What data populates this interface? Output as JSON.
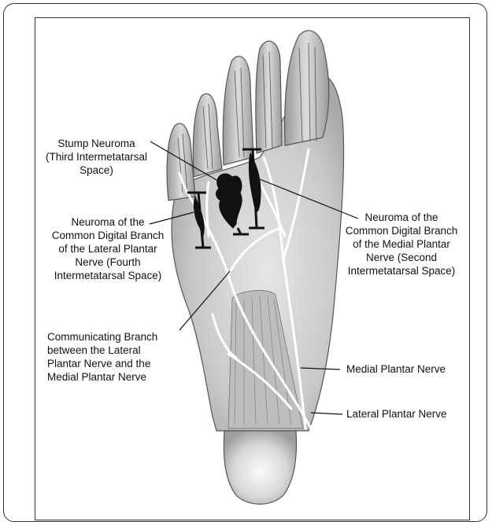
{
  "labels": {
    "stump_neuroma": "Stump Neuroma\n(Third Intermetatarsal\nSpace)",
    "lateral_neuroma": "Neuroma of the\nCommon Digital Branch\nof the Lateral Plantar\nNerve (Fourth\nIntermetatarsal Space)",
    "medial_neuroma": "Neuroma of the\nCommon Digital Branch\nof the Medial Plantar\nNerve (Second\nIntermetatarsal Space)",
    "communicating_branch": "Communicating Branch\nbetween the Lateral\nPlantar Nerve and the\nMedial Plantar Nerve",
    "medial_plantar_nerve": "Medial Plantar Nerve",
    "lateral_plantar_nerve": "Lateral Plantar Nerve"
  },
  "colors": {
    "skin": "#d4d4d4",
    "muscle": "#b8b8b8",
    "nerve": "#ffffff",
    "neuroma": "#111111",
    "frame": "#333333"
  }
}
